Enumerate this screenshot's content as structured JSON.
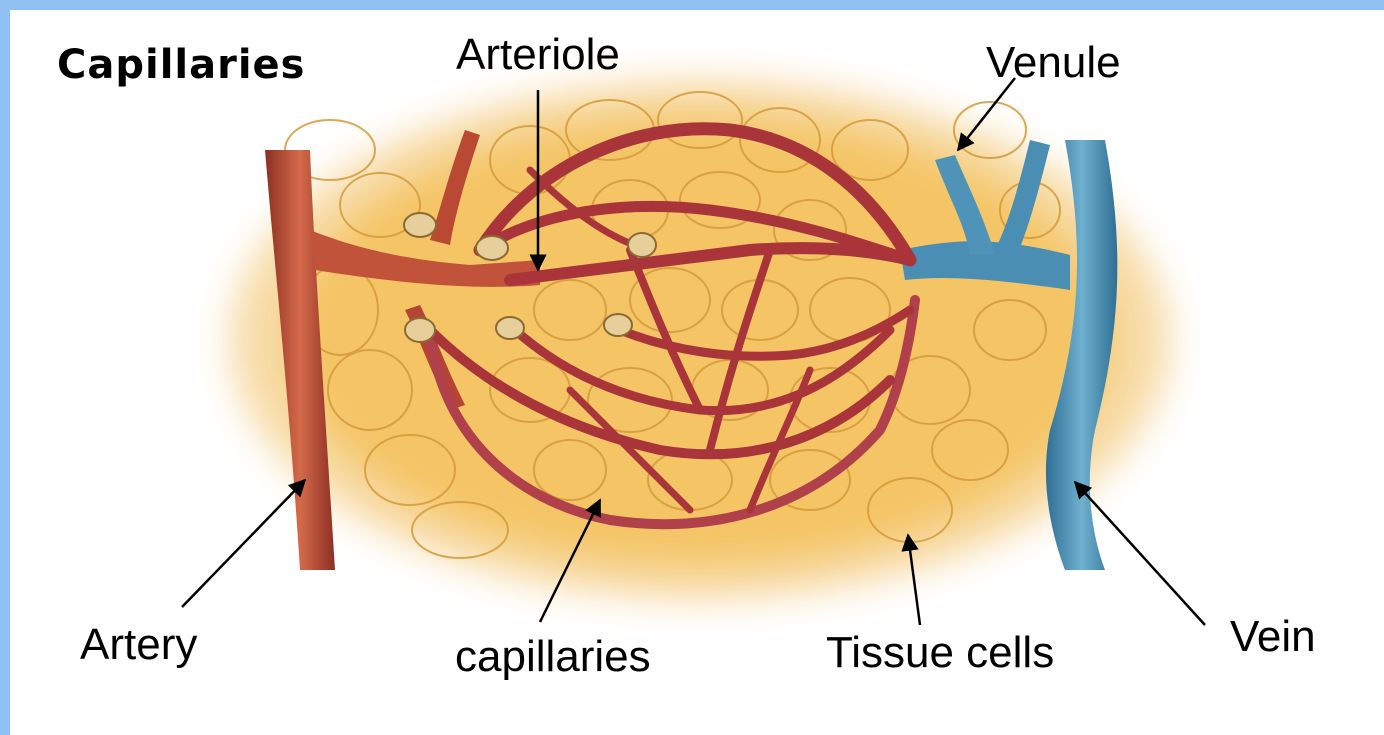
{
  "diagram": {
    "title": "Capillaries",
    "labels": {
      "arteriole": "Arteriole",
      "venule": "Venule",
      "artery": "Artery",
      "capillaries": "capillaries",
      "tissue_cells": "Tissue cells",
      "vein": "Vein"
    },
    "colors": {
      "frame_border": "#8fc2f2",
      "tissue": "#f2c15a",
      "cell_outline": "#d59a3a",
      "artery": "#b8442e",
      "capillary": "#a9353b",
      "vein": "#4a8fb3",
      "sphincter": "#c9a66a"
    }
  }
}
